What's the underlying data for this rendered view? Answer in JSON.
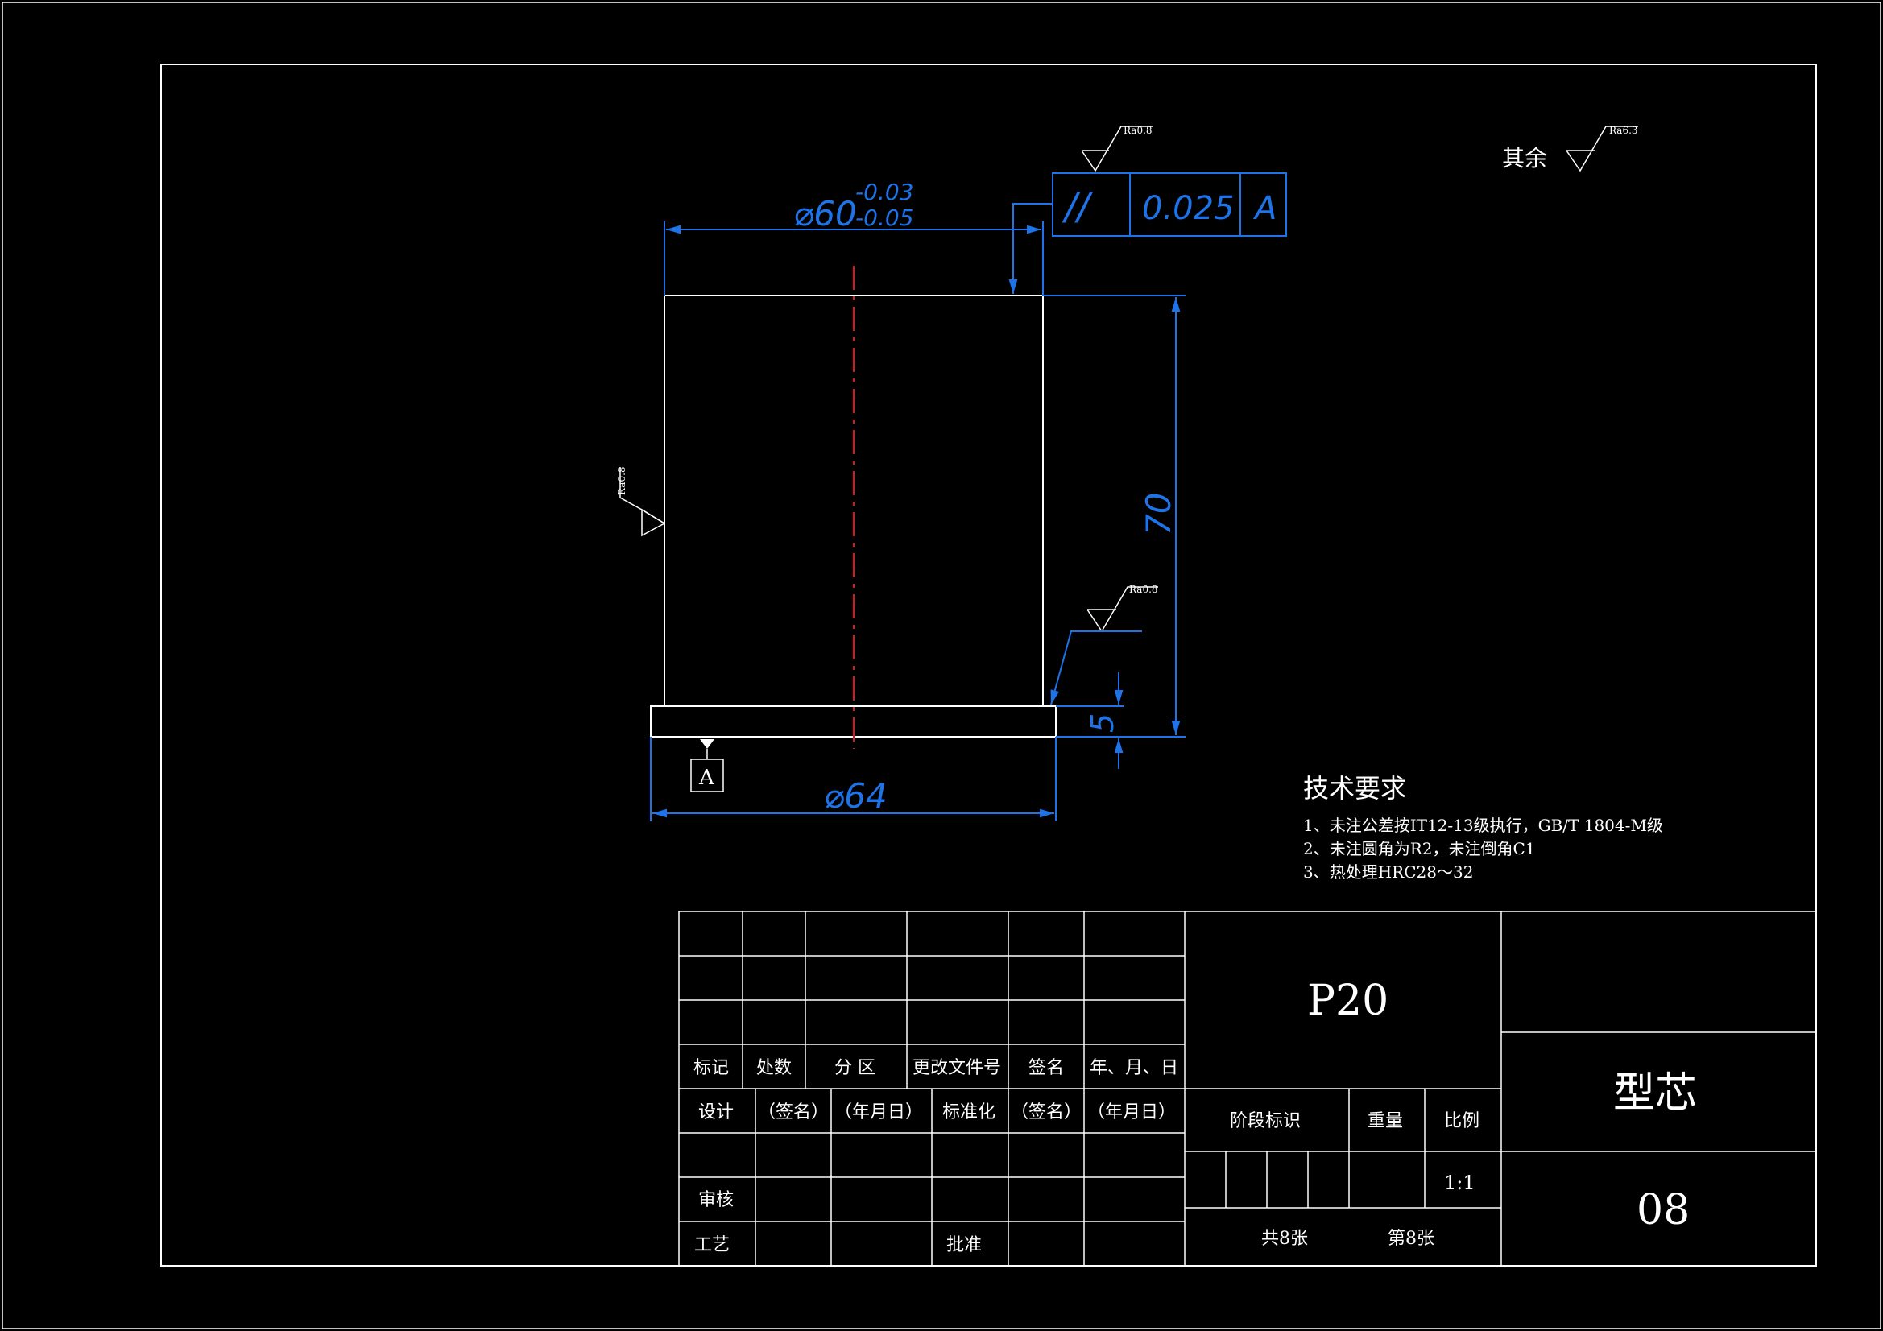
{
  "colors": {
    "background": "#000000",
    "line": "#ffffff",
    "dimension": "#1e73e8",
    "centerline": "#e0161c"
  },
  "dimensions": {
    "top_diameter": "⌀60",
    "top_tol_upper": "-0.03",
    "top_tol_lower": "-0.05",
    "height": "70",
    "flange_thickness": "5",
    "bottom_diameter": "⌀64"
  },
  "tolerance_frame": {
    "symbol": "//",
    "value": "0.025",
    "datum": "A"
  },
  "datum_label": "A",
  "roughness": {
    "top": "Ra0.8",
    "left": "Ra0.8",
    "right": "Ra0.8",
    "rest_label": "其余",
    "rest_value": "Ra6.3"
  },
  "tech": {
    "title": "技术要求",
    "items": [
      "1、未注公差按IT12-13级执行，GB/T 1804-M级",
      "2、未注圆角为R2，未注倒角C1",
      "3、热处理HRC28～32"
    ]
  },
  "title_block": {
    "headers": [
      "标记",
      "处数",
      "分 区",
      "更改文件号",
      "签名",
      "年、月、日"
    ],
    "design_row": [
      "设计",
      "（签名）",
      "（年月日）",
      "标准化",
      "（签名）",
      "（年月日）"
    ],
    "review": "审核",
    "process": "工艺",
    "approve": "批准",
    "material": "P20",
    "stage": "阶段标识",
    "weight": "重量",
    "ratio_label": "比例",
    "ratio": "1:1",
    "total_sheets": "共8张",
    "sheet_no": "第8张",
    "part_name": "型芯",
    "drawing_no": "08"
  }
}
